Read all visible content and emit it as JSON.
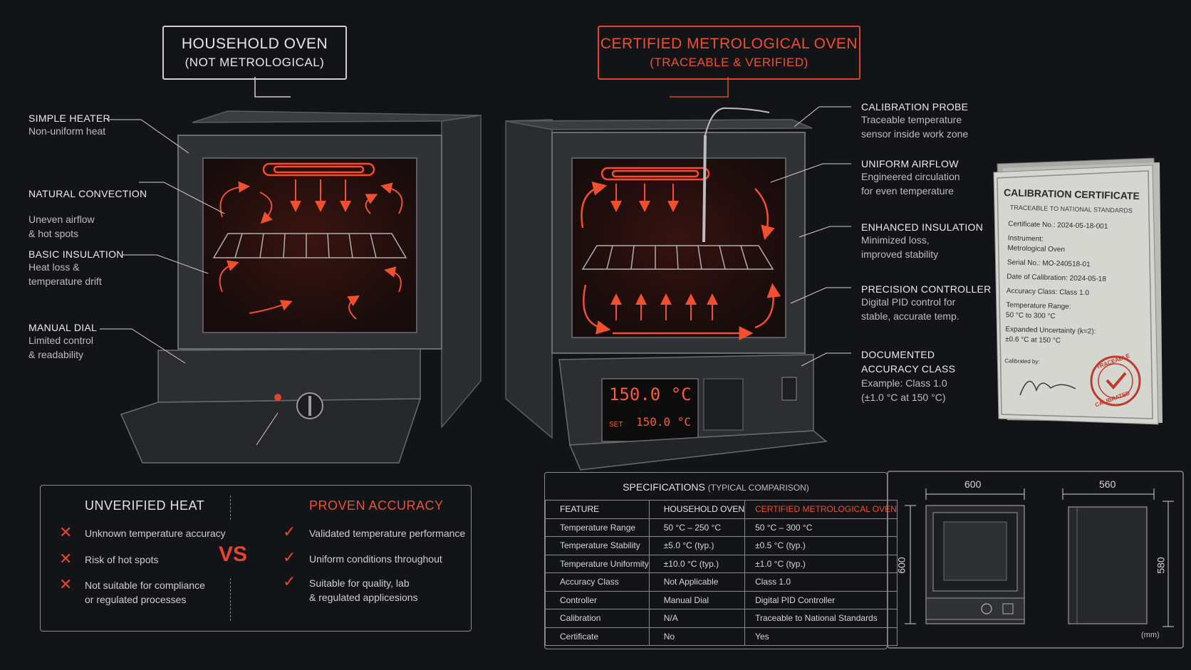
{
  "household": {
    "title": "HOUSEHOLD OVEN",
    "subtitle": "(NOT METROLOGICAL)",
    "callouts": [
      {
        "heading": "SIMPLE HEATER",
        "desc": "Non-uniform heat"
      },
      {
        "heading": "NATURAL CONVECTION",
        "desc": "Uneven airflow\n& hot spots"
      },
      {
        "heading": "BASIC INSULATION",
        "desc": "Heat loss &\ntemperature drift"
      },
      {
        "heading": "MANUAL DIAL",
        "desc": "Limited control\n& readability"
      }
    ]
  },
  "certified": {
    "title": "CERTIFIED METROLOGICAL OVEN",
    "subtitle": "(TRACEABLE & VERIFIED)",
    "callouts": [
      {
        "heading": "CALIBRATION PROBE",
        "desc": "Traceable temperature\nsensor inside work zone"
      },
      {
        "heading": "UNIFORM AIRFLOW",
        "desc": "Engineered circulation\nfor even temperature"
      },
      {
        "heading": "ENHANCED INSULATION",
        "desc": "Minimized loss,\nimproved stability"
      },
      {
        "heading": "PRECISION CONTROLLER",
        "desc": "Digital PID control for\nstable, accurate temp."
      },
      {
        "heading": "DOCUMENTED\nACCURACY CLASS",
        "desc": "Example: Class 1.0\n(±1.0 °C at 150 °C)"
      }
    ],
    "display": {
      "pv": "150.0 °C",
      "set_label": "SET",
      "sv": "150.0 °C"
    }
  },
  "certificate": {
    "title": "CALIBRATION CERTIFICATE",
    "subtitle": "TRACEABLE TO NATIONAL STANDARDS",
    "lines": [
      "Certificate No.: 2024-05-18-001",
      "Instrument:",
      "Metrological Oven",
      "Serial No.: MO-240518-01",
      "Date of Calibration: 2024-05-18",
      "Accuracy Class: Class 1.0",
      "Temperature Range:",
      "50 °C to 300 °C",
      "Expanded Uncertainty (k=2):",
      "±0.6 °C at 150 °C"
    ],
    "calibrated_by": "Calibrated by:",
    "stamp_top": "TRACEABLE",
    "stamp_bottom": "CALIBRATED"
  },
  "comparison": {
    "left_title": "UNVERIFIED HEAT",
    "right_title": "PROVEN ACCURACY",
    "vs": "VS",
    "left_items": [
      "Unknown temperature accuracy",
      "Risk of hot spots",
      "Not suitable for compliance\nor regulated processes"
    ],
    "right_items": [
      "Validated temperature performance",
      "Uniform conditions throughout",
      "Suitable for quality, lab\n& regulated applicesions"
    ],
    "cross": "✕",
    "check": "✓"
  },
  "specs": {
    "title": "SPECIFICATIONS",
    "title_note": "(TYPICAL COMPARISON)",
    "headers": [
      "FEATURE",
      "HOUSEHOLD OVEN",
      "CERTIFIED METROLOGICAL OVEN"
    ],
    "rows": [
      [
        "Temperature Range",
        "50 °C – 250 °C",
        "50 °C – 300 °C"
      ],
      [
        "Temperature Stability",
        "±5.0 °C (typ.)",
        "±0.5 °C (typ.)"
      ],
      [
        "Temperature Uniformity",
        "±10.0 °C (typ.)",
        "±1.0 °C (typ.)"
      ],
      [
        "Accuracy Class",
        "Not Applicable",
        "Class 1.0"
      ],
      [
        "Controller",
        "Manual Dial",
        "Digital PID Controller"
      ],
      [
        "Calibration",
        "N/A",
        "Traceable to National Standards"
      ],
      [
        "Certificate",
        "No",
        "Yes"
      ]
    ]
  },
  "dimensions": {
    "front_width": "600",
    "front_height": "600",
    "side_depth": "560",
    "side_height": "580",
    "unit": "(mm)"
  },
  "colors": {
    "accent": "#e8462c",
    "background": "#121417",
    "line": "#cfcfcf"
  }
}
